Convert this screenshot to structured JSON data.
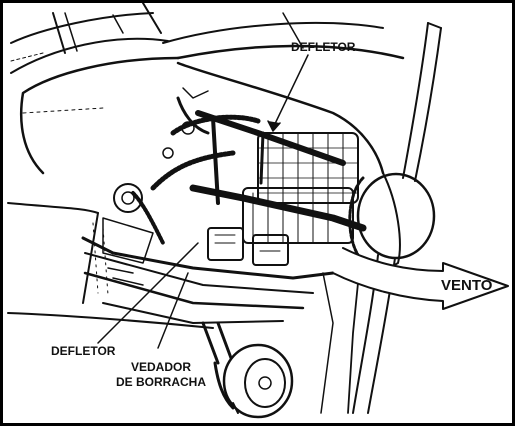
{
  "labels": {
    "defletor_top": "DEFLETOR",
    "defletor_bottom": "DEFLETOR",
    "vedador_line1": "VEDADOR",
    "vedador_line2": "DE BORRACHA",
    "vento": "VENTO"
  },
  "colors": {
    "ink": "#111111",
    "paper": "#ffffff",
    "frame": "#000000"
  }
}
